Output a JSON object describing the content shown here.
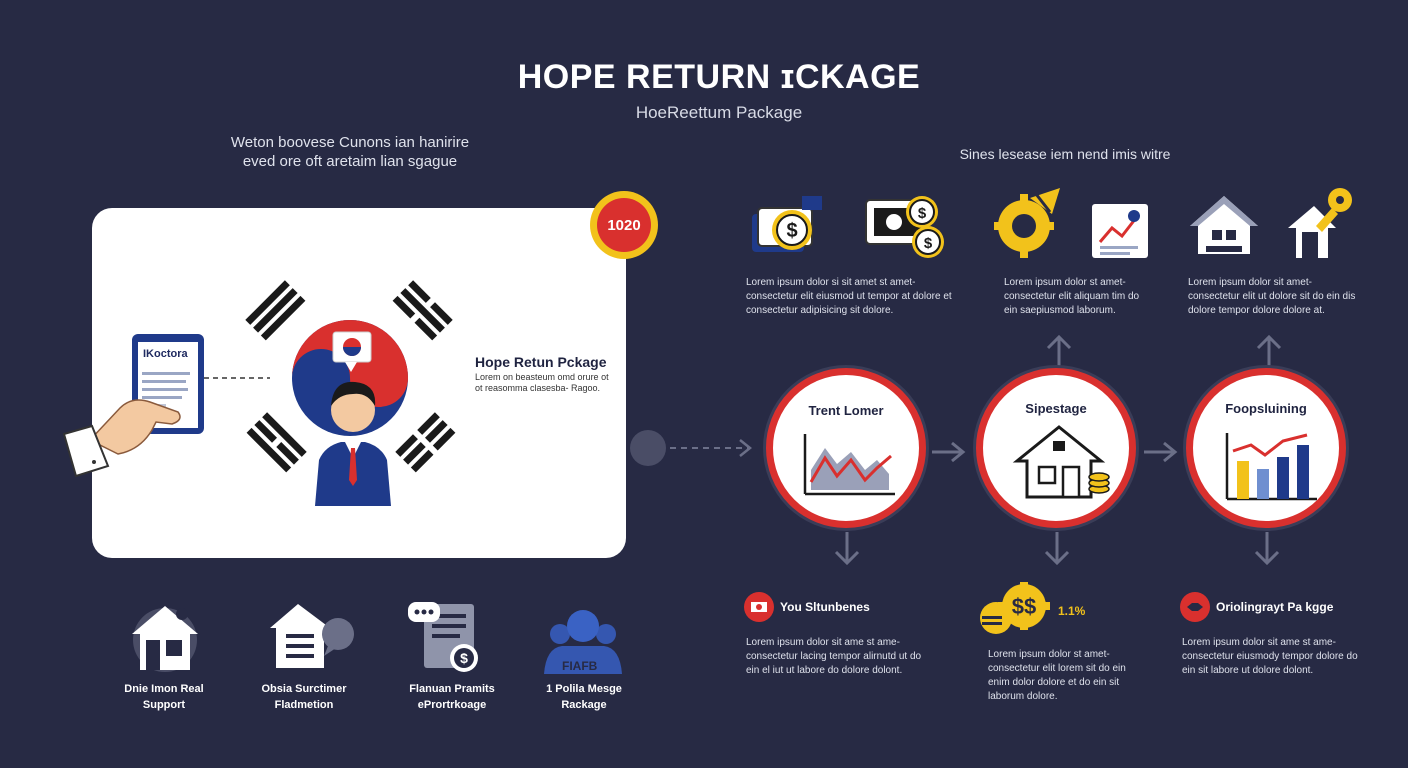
{
  "header": {
    "title": "HOPE RETURN ɪCKAGE",
    "subtitle": "HoeReettum Package"
  },
  "intro": {
    "line1": "Weton boovese Cunons ian hanirire",
    "line2": "eved ore oft aretaim lian sgague"
  },
  "card": {
    "year_badge": "1020",
    "phone_label": "IKoctora",
    "title": "Hope Retun Pckage",
    "desc": "Lorem on beasteum omd orure ot ot reasomma clasesba- Ragoo."
  },
  "right_heading": "Sines lesease iem nend imis witre",
  "top_items": [
    {
      "icon": "money-bag-icon",
      "text": "Lorem ipsum dolor si sit amet st amet- consectetur elit eiusmod ut tempor at dolore et consectetur adipisicing sit dolore."
    },
    {
      "icon": "coins-cash-icon",
      "text": ""
    },
    {
      "icon": "gear-coin-icon",
      "text": "Lorem ipsum dolor st amet- consectetur elit aliquam tim do ein saepiusmod laborum."
    },
    {
      "icon": "chart-board-icon",
      "text": ""
    },
    {
      "icon": "house-icon",
      "text": "Lorem ipsum dolor sit amet- consectetur elit ut dolore sit do ein dis dolore tempor dolore dolore at."
    },
    {
      "icon": "house-key-icon",
      "text": ""
    }
  ],
  "circles": [
    {
      "title": "Trent Lomer",
      "icon": "line-chart-icon"
    },
    {
      "title": "Sipestage",
      "icon": "house-coins-icon"
    },
    {
      "title": "Foopsluining",
      "icon": "bar-chart-icon"
    }
  ],
  "steps": [
    {
      "label": "You Sltunbenes",
      "text": "Lorem ipsum dolor sit ame st ame- consectetur lacing tempor alirnutd ut do ein el iut ut labore do dolore dolont.",
      "icon": "cash-icon"
    },
    {
      "label": "1.1%",
      "text": "Lorem ipsum dolor st amet- consectetur elit lorem sit do ein enim dolor dolore et do ein sit laborum dolore.",
      "icon": "gears-dollar-icon"
    },
    {
      "label": "Oriolingrayt Pa kgge",
      "text": "Lorem ipsum dolor sit ame st ame- consectetur eiusmody tempor dolore do ein sit labore ut dolore dolont.",
      "icon": "handshake-icon"
    }
  ],
  "bottom_items": [
    {
      "label1": "Dnie Imon Real",
      "label2": "Support",
      "icon": "home-support-icon"
    },
    {
      "label1": "Obsia Surctimer",
      "label2": "Fladmetion",
      "icon": "building-chat-icon"
    },
    {
      "label1": "Flanuan Pramits",
      "label2": "ePrortrkoage",
      "icon": "document-dollar-icon"
    },
    {
      "label1": "1 Polila Mesge",
      "label2": "Rackage",
      "icon": "group-icon"
    }
  ],
  "group_icon_text": "FIAFB",
  "colors": {
    "background": "#272a44",
    "accent_red": "#d9302e",
    "accent_yellow": "#f2c21b",
    "navy": "#1f3a8a"
  }
}
